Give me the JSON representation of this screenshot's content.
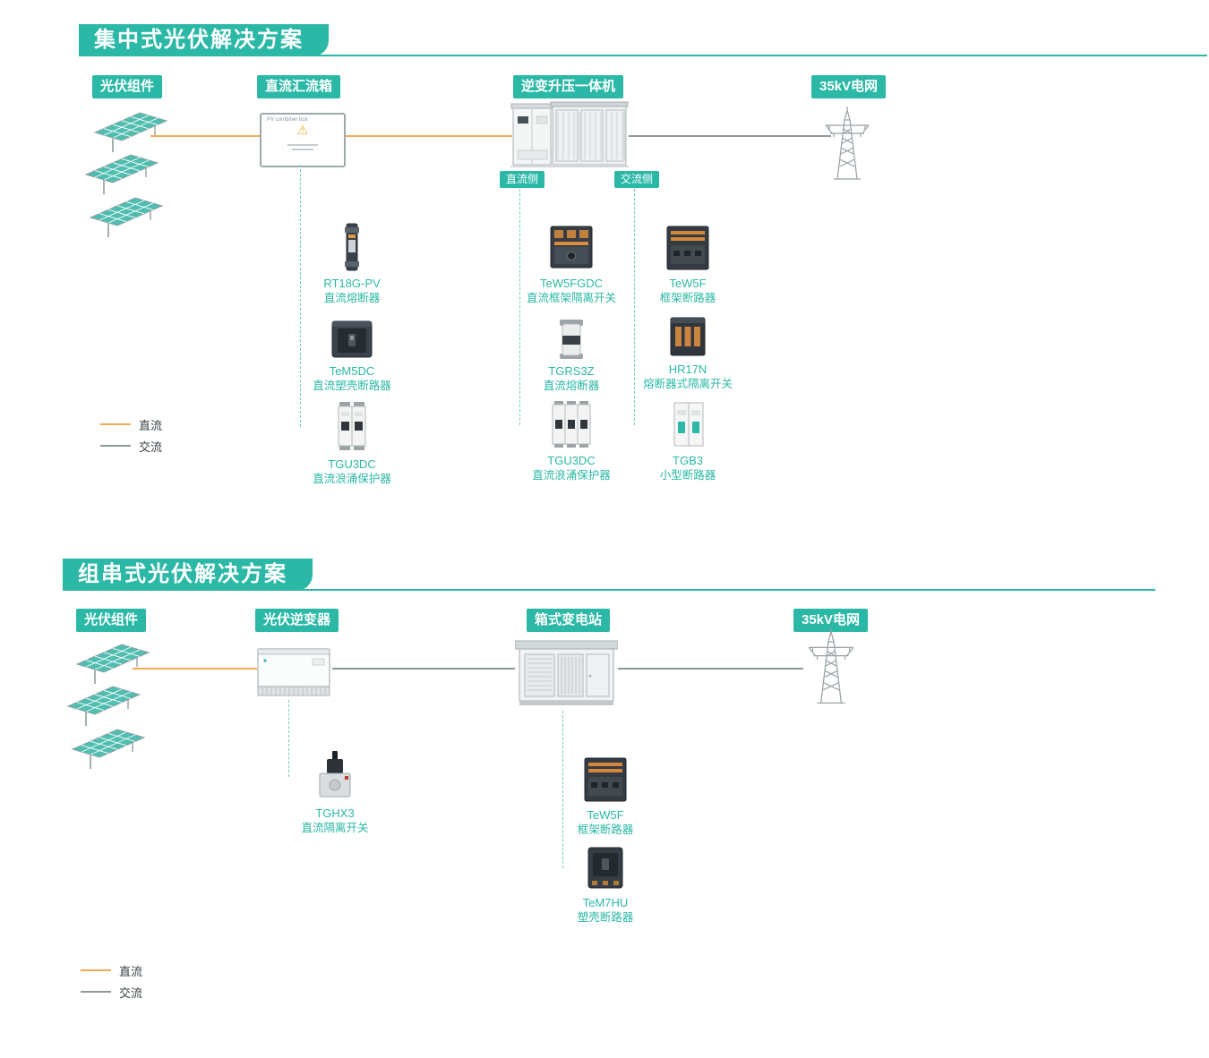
{
  "colors": {
    "teal": "#2BB8A6",
    "dc_line": "#F5AB56",
    "ac_line": "#8C989C",
    "dash": "#6CCDC0",
    "product_text": "#2BB8A6",
    "legend_text": "#3A4347"
  },
  "icons": {
    "warning": "⚠"
  },
  "section1": {
    "title": "集中式光伏解决方案",
    "nodes": {
      "pv": "光伏组件",
      "combiner": "直流汇流箱",
      "inverter": "逆变升压一体机",
      "grid": "35kV电网"
    },
    "combiner_box_text": "PV combiner box",
    "dc_side_label": "直流侧",
    "ac_side_label": "交流侧",
    "combiner_products": [
      {
        "name": "RT18G-PV",
        "desc": "直流熔断器"
      },
      {
        "name": "TeM5DC",
        "desc": "直流塑壳断路器"
      },
      {
        "name": "TGU3DC",
        "desc": "直流浪涌保护器"
      }
    ],
    "dc_products": [
      {
        "name": "TeW5FGDC",
        "desc": "直流框架隔离开关"
      },
      {
        "name": "TGRS3Z",
        "desc": "直流熔断器"
      },
      {
        "name": "TGU3DC",
        "desc": "直流浪涌保护器"
      }
    ],
    "ac_products": [
      {
        "name": "TeW5F",
        "desc": "框架断路器"
      },
      {
        "name": "HR17N",
        "desc": "熔断器式隔离开关"
      },
      {
        "name": "TGB3",
        "desc": "小型断路器"
      }
    ],
    "legend": {
      "dc": "直流",
      "ac": "交流"
    }
  },
  "section2": {
    "title": "组串式光伏解决方案",
    "nodes": {
      "pv": "光伏组件",
      "inverter": "光伏逆变器",
      "substation": "箱式变电站",
      "grid": "35kV电网"
    },
    "inverter_products": [
      {
        "name": "TGHX3",
        "desc": "直流隔离开关"
      }
    ],
    "substation_products": [
      {
        "name": "TeW5F",
        "desc": "框架断路器"
      },
      {
        "name": "TeM7HU",
        "desc": "塑壳断路器"
      }
    ],
    "legend": {
      "dc": "直流",
      "ac": "交流"
    }
  }
}
